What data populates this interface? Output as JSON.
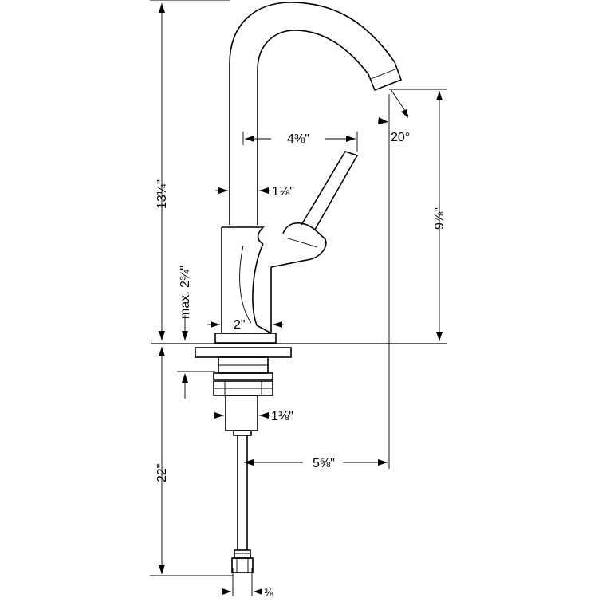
{
  "dimensions": {
    "overall_height": "13¼\"",
    "spout_reach": "4⅜\"",
    "spout_tube": "1⅛\"",
    "spout_height": "9⅞\"",
    "spout_angle": "20°",
    "max_deck": "max. 2¾\"",
    "body_diameter": "2\"",
    "shank_diameter": "1⅜\"",
    "outlet_offset": "5⅝\"",
    "supply_length": "22\"",
    "supply_thread": "⅜"
  },
  "colors": {
    "line": "#000000",
    "background": "#ffffff"
  }
}
